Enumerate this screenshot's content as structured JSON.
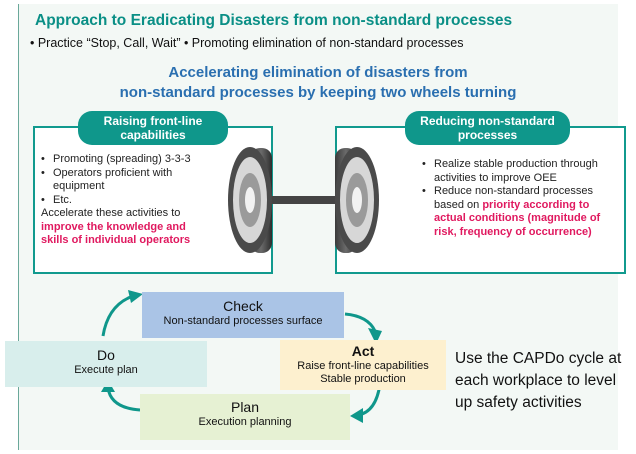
{
  "title": "Approach to Eradicating Disasters from non-standard processes",
  "bullets": "• Practice “Stop, Call, Wait”  • Promoting elimination of non-standard processes",
  "subtitle_line1": "Accelerating elimination of disasters from",
  "subtitle_line2": "non-standard processes by keeping two wheels turning",
  "left_panel": {
    "pill_line1": "Raising front-line",
    "pill_line2": "capabilities",
    "items": [
      "Promoting (spreading) 3-3-3",
      "Operators proficient with equipment",
      "Etc."
    ],
    "text": "Accelerate these activities to",
    "highlight": "improve the knowledge and skills of individual operators"
  },
  "right_panel": {
    "pill_line1": "Reducing non-standard",
    "pill_line2": "processes",
    "item1": "Realize stable production through activities to improve OEE",
    "item2_prefix": "Reduce non-standard processes based on",
    "item2_highlight": "priority according to actual conditions (magnitude of risk, frequency of occurrence)"
  },
  "cycle": {
    "check": {
      "title": "Check",
      "desc": "Non-standard processes surface"
    },
    "act": {
      "title": "Act",
      "desc1": "Raise front-line capabilities",
      "desc2": "Stable production"
    },
    "plan": {
      "title": "Plan",
      "desc": "Execution planning"
    },
    "do": {
      "title": "Do",
      "desc": "Execute plan"
    }
  },
  "side_note": "Use the CAPDo cycle at each workplace to level up safety activities",
  "colors": {
    "teal": "#0f978b",
    "title_teal": "#0a8f86",
    "subtitle_blue": "#2a6fb0",
    "highlight_red": "#e0195f",
    "check_fill": "#aac4e6",
    "act_fill": "#fdf0cf",
    "plan_fill": "#e6f1d3",
    "do_fill": "#d8eeec",
    "background": "#f3f8f5"
  }
}
